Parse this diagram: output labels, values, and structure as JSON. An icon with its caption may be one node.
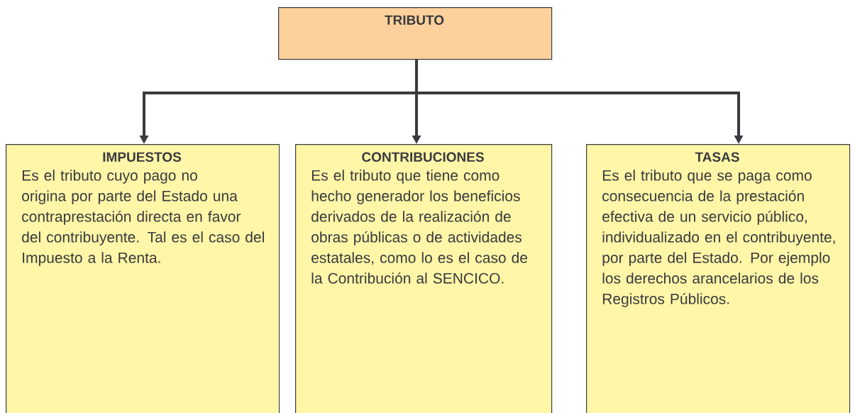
{
  "diagram": {
    "nodes": [
      {
        "text": [
          "TRIBUTO"
        ]
      },
      {
        "text": [
          "IMPUESTOS",
          "Es el tributo cuyo pago no origina por parte del Estado una contraprestación directa en favor del contribuyente. Tal es el caso del Impuesto a la Renta."
        ]
      },
      {
        "text": [
          "CONTRIBUCIONES",
          "Es el tributo que tiene como hecho generador los beneficios derivados de la realización de obras públicas o de actividades estatales, como lo es el caso de la Contribución al SENCICO."
        ]
      },
      {
        "text": [
          "TASAS",
          "Es el tributo que se paga como consecuencia de la prestación efectiva de un servicio público, individualizado en el contribuyente, por parte del Estado. Por ejemplo los derechos arancelarios de los Registros Públicos."
        ]
      }
    ],
    "edges": [
      {
        "from": 0,
        "to": 1,
        "arrow": "to"
      },
      {
        "from": 0,
        "to": 2,
        "arrow": "to"
      },
      {
        "from": 0,
        "to": 3,
        "arrow": "to"
      }
    ]
  }
}
